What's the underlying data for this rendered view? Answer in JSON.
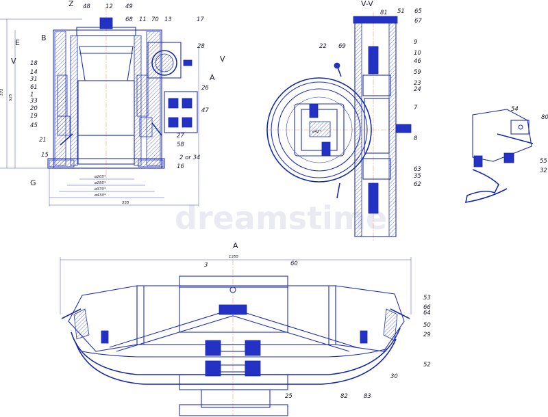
{
  "watermark": "dreamstime",
  "views": {
    "section_view": {
      "title": "V-V"
    },
    "plan_view": {
      "title": "A"
    }
  },
  "section_letters": {
    "Z": "Z",
    "B": "B",
    "E": "E",
    "V_left": "V",
    "V_right": "V",
    "A": "A",
    "G": "G"
  },
  "dimensions": {
    "d205": "ø205*",
    "d295": "ø295*",
    "d370": "ø370*",
    "d430": "ø430*",
    "w555": "555",
    "h525": "525",
    "h573": "573",
    "w1355": "1355",
    "d42": "ø42*"
  },
  "labels": {
    "main": [
      "48",
      "12",
      "49",
      "68",
      "11",
      "70",
      "13",
      "17",
      "28",
      "18",
      "14",
      "31",
      "61",
      "1",
      "33",
      "20",
      "19",
      "45",
      "21",
      "15",
      "26",
      "47",
      "27",
      "58",
      "2 or 34",
      "16"
    ],
    "section": [
      "81",
      "51",
      "65",
      "67",
      "22",
      "69",
      "9",
      "10",
      "46",
      "59",
      "23",
      "24",
      "7",
      "8",
      "63",
      "35",
      "62"
    ],
    "detail": [
      "54",
      "80",
      "55",
      "32"
    ],
    "plan": [
      "3",
      "60",
      "53",
      "66",
      "64",
      "50",
      "29",
      "52",
      "30",
      "25",
      "82",
      "83"
    ]
  },
  "colors": {
    "line": "#1f2fb8",
    "center": "#e8a06a",
    "text": "#1a1a2a"
  }
}
